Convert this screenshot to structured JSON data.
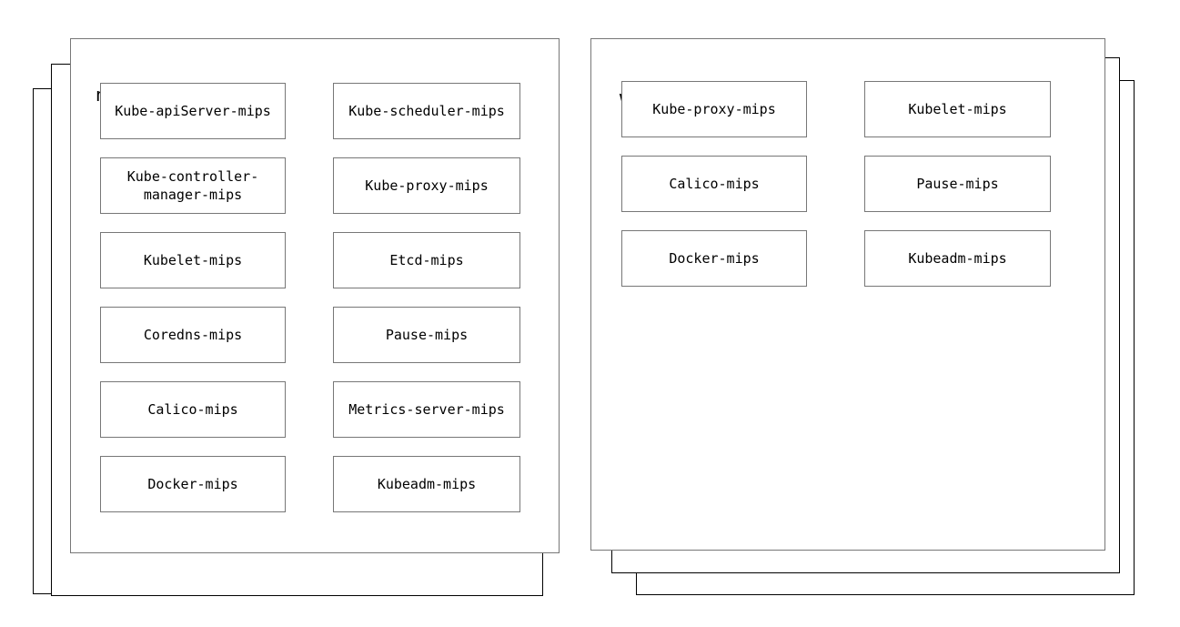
{
  "diagram": {
    "title_font_note": "",
    "colors": {
      "card_border": "#777777",
      "stack_border": "#000000",
      "box_border": "#777777",
      "background": "#ffffff",
      "text": "#000000"
    }
  },
  "nodes": [
    {
      "id": "master-node",
      "title": "master node",
      "columns": [
        {
          "id": "master-column-1",
          "items": [
            {
              "label": "Kube-apiServer-mips"
            },
            {
              "label": "Kube-controller-manager-mips"
            },
            {
              "label": "Kubelet-mips"
            },
            {
              "label": "Coredns-mips"
            },
            {
              "label": "Calico-mips"
            },
            {
              "label": "Docker-mips"
            }
          ]
        },
        {
          "id": "master-column-2",
          "items": [
            {
              "label": "Kube-scheduler-mips"
            },
            {
              "label": "Kube-proxy-mips"
            },
            {
              "label": "Etcd-mips"
            },
            {
              "label": "Pause-mips"
            },
            {
              "label": "Metrics-server-mips"
            },
            {
              "label": "Kubeadm-mips"
            }
          ]
        }
      ]
    },
    {
      "id": "worker-node",
      "title": "worker node",
      "columns": [
        {
          "id": "worker-column-1",
          "items": [
            {
              "label": "Kube-proxy-mips"
            },
            {
              "label": "Calico-mips"
            },
            {
              "label": "Docker-mips"
            }
          ]
        },
        {
          "id": "worker-column-2",
          "items": [
            {
              "label": "Kubelet-mips"
            },
            {
              "label": "Pause-mips"
            },
            {
              "label": "Kubeadm-mips"
            }
          ]
        }
      ]
    }
  ]
}
